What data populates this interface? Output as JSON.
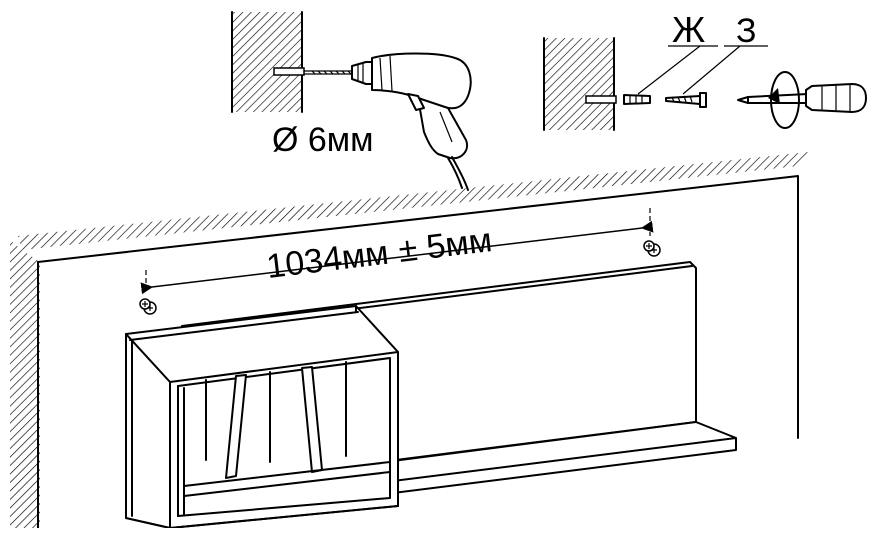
{
  "labels": {
    "drill_diameter": "Ø 6мм",
    "wall_distance": "1034мм",
    "tolerance": "± 5мм",
    "part_dowel": "Ж",
    "part_screw": "З"
  },
  "colors": {
    "line": "#000000",
    "background": "#ffffff",
    "hatch_fill": "#ffffff"
  },
  "icons": [
    "drill-icon",
    "screwdriver-icon",
    "dowel-icon",
    "screw-icon",
    "wall-hatch",
    "shelf-unit"
  ]
}
